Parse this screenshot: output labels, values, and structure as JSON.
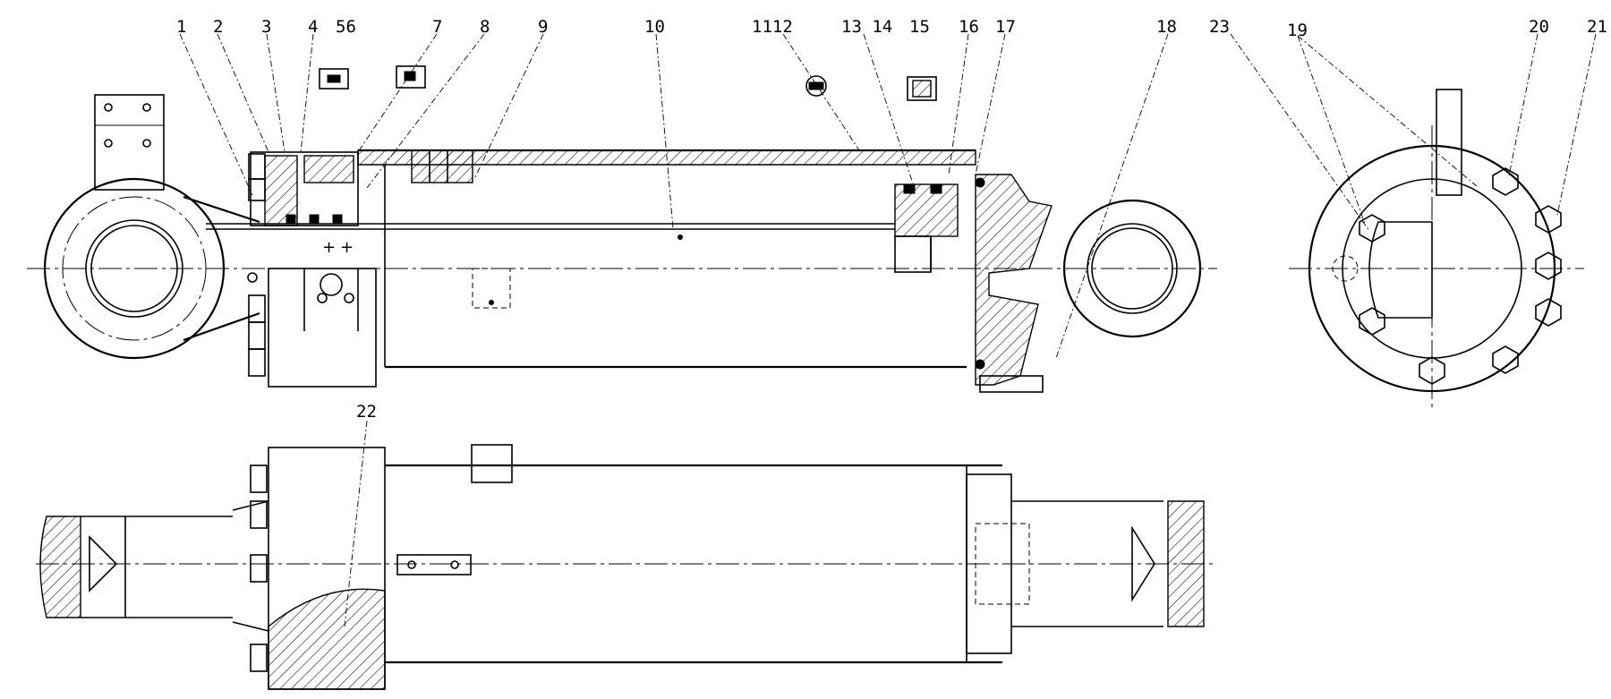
{
  "drawing": {
    "callouts": [
      {
        "label": "1"
      },
      {
        "label": "2"
      },
      {
        "label": "3"
      },
      {
        "label": "4"
      },
      {
        "label": "56"
      },
      {
        "label": "7"
      },
      {
        "label": "8"
      },
      {
        "label": "9"
      },
      {
        "label": "10"
      },
      {
        "label": "1112"
      },
      {
        "label": "13 14"
      },
      {
        "label": "15"
      },
      {
        "label": "16"
      },
      {
        "label": "17"
      },
      {
        "label": "18"
      },
      {
        "label": "23"
      },
      {
        "label": "19"
      },
      {
        "label": "20"
      },
      {
        "label": "21"
      },
      {
        "label": "22"
      }
    ]
  }
}
